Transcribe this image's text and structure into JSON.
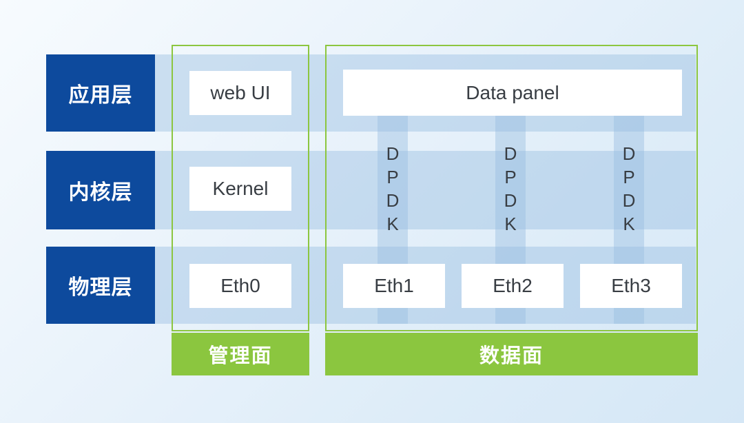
{
  "diagram": {
    "layers": [
      {
        "id": "application",
        "label": "应用层"
      },
      {
        "id": "kernel",
        "label": "内核层"
      },
      {
        "id": "physical",
        "label": "物理层"
      }
    ],
    "management_plane": {
      "title": "管理面",
      "application_box": "web UI",
      "kernel_box": "Kernel",
      "physical_box": "Eth0"
    },
    "data_plane": {
      "title": "数据面",
      "application_box": "Data panel",
      "dpdk_columns": [
        "DPDK",
        "DPDK",
        "DPDK"
      ],
      "eth_boxes": [
        "Eth1",
        "Eth2",
        "Eth3"
      ]
    },
    "colors": {
      "layer_box_blue": "#0d4a9d",
      "plane_green": "#8bc63f",
      "band_blue": "#c5dbef",
      "band_overlap_blue": "#b1cee9",
      "background_light_blue": "#eaf3fb",
      "node_box_white": "#ffffff",
      "node_text_gray": "#383d43",
      "label_text_white": "#ffffff"
    }
  }
}
